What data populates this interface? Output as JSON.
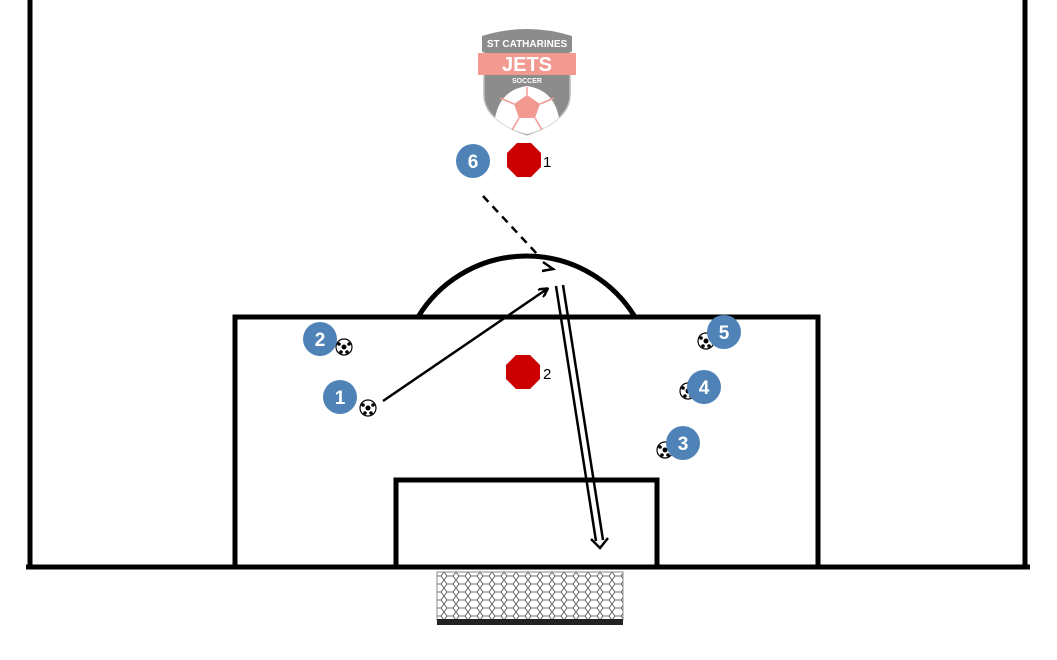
{
  "logo": {
    "top_text": "ST CATHARINES",
    "main_text": "JETS",
    "sub_text": "SOCCER"
  },
  "colors": {
    "player": "#4f83b8",
    "cone": "#cc0000",
    "logo_gray": "#8c8c8c",
    "logo_pink": "#f29a92",
    "line": "#000000"
  },
  "players": [
    {
      "label": "6"
    },
    {
      "label": "2"
    },
    {
      "label": "1"
    },
    {
      "label": "5"
    },
    {
      "label": "4"
    },
    {
      "label": "3"
    }
  ],
  "cones": [
    {
      "label": "1"
    },
    {
      "label": "2"
    }
  ]
}
